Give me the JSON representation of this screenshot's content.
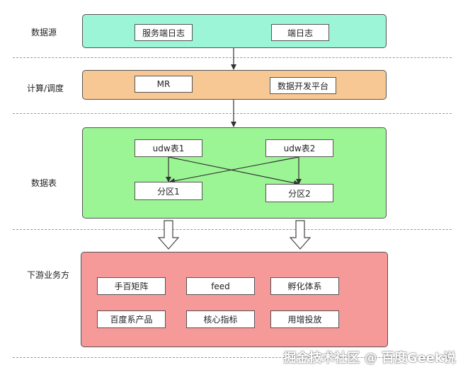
{
  "rows": {
    "source": {
      "label": "数据源",
      "color": "#9cf5d6"
    },
    "compute": {
      "label": "计算/调度",
      "color": "#f8c894"
    },
    "tables": {
      "label": "数据表",
      "color": "#9cf594"
    },
    "downstream": {
      "label": "下游业务方",
      "color": "#f59999"
    }
  },
  "nodes": {
    "server_log": "服务端日志",
    "client_log": "端日志",
    "mr": "MR",
    "dev_platform": "数据开发平台",
    "udw_table_1": "udw表1",
    "udw_table_2": "udw表2",
    "partition_1": "分区1",
    "partition_2": "分区2",
    "shoubai_matrix": "手百矩阵",
    "feed": "feed",
    "incubation": "孵化体系",
    "baidu_products": "百度系产品",
    "core_metrics": "核心指标",
    "user_growth": "用增投放"
  },
  "watermark": "掘金技术社区 @ 百度Geek说"
}
